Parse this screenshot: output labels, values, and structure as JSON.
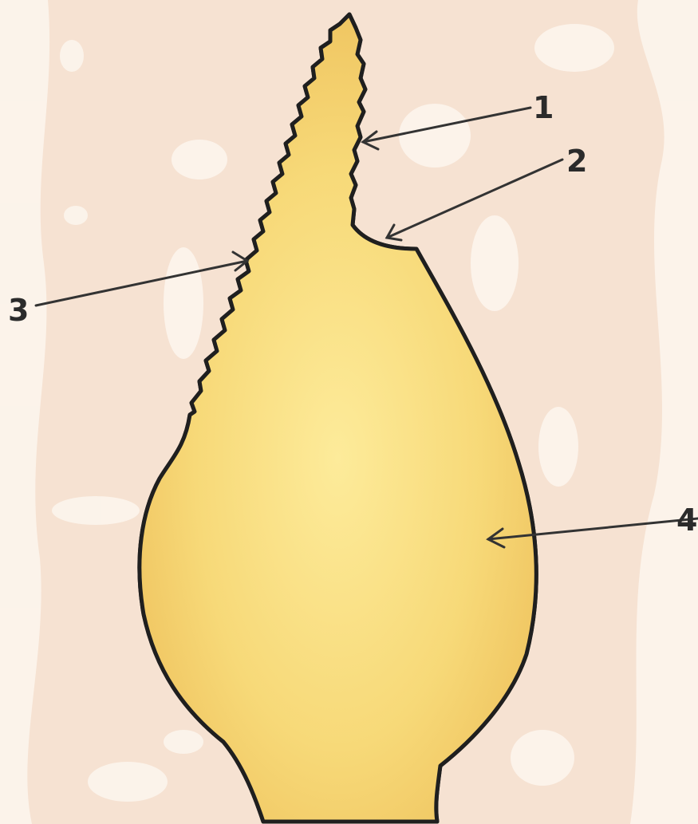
{
  "labels": [
    {
      "id": "1",
      "text": "1"
    },
    {
      "id": "2",
      "text": "2"
    },
    {
      "id": "3",
      "text": "3"
    },
    {
      "id": "4",
      "text": "4"
    }
  ],
  "colors": {
    "paper": "#f6e2d2",
    "paper_stain": "#fdf6ef",
    "fill_light": "#fae485",
    "fill_dark": "#efc35a",
    "outline": "#1f1f1f",
    "vein": "#5a4a2a",
    "arrow": "#333333"
  }
}
